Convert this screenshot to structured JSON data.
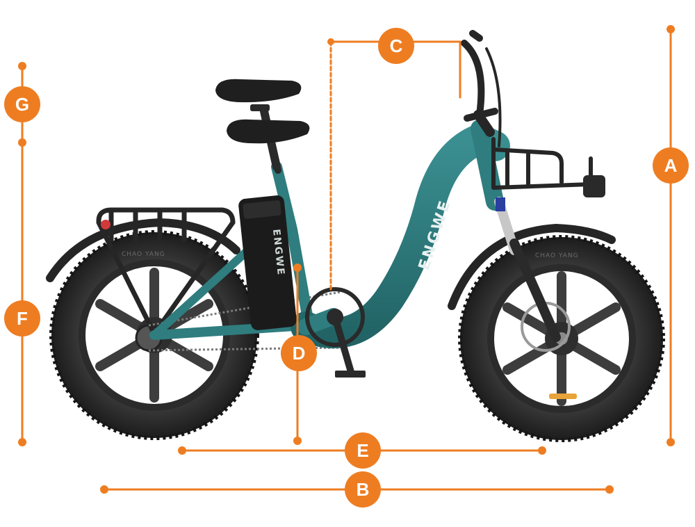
{
  "brand_text": "ENGWE",
  "battery_text": "ENGWE",
  "tire_text_front": "CHAO YANG",
  "tire_text_rear": "CHAO YANG",
  "colors": {
    "accent": "#EE7D22",
    "frame": "#2F7D7F",
    "frame_dark": "#1F5F61",
    "tire": "#2a2a2a",
    "metal": "#3a3a3a"
  },
  "dimension_labels": {
    "A": "A",
    "B": "B",
    "C": "C",
    "D": "D",
    "E": "E",
    "F": "F",
    "G": "G"
  }
}
